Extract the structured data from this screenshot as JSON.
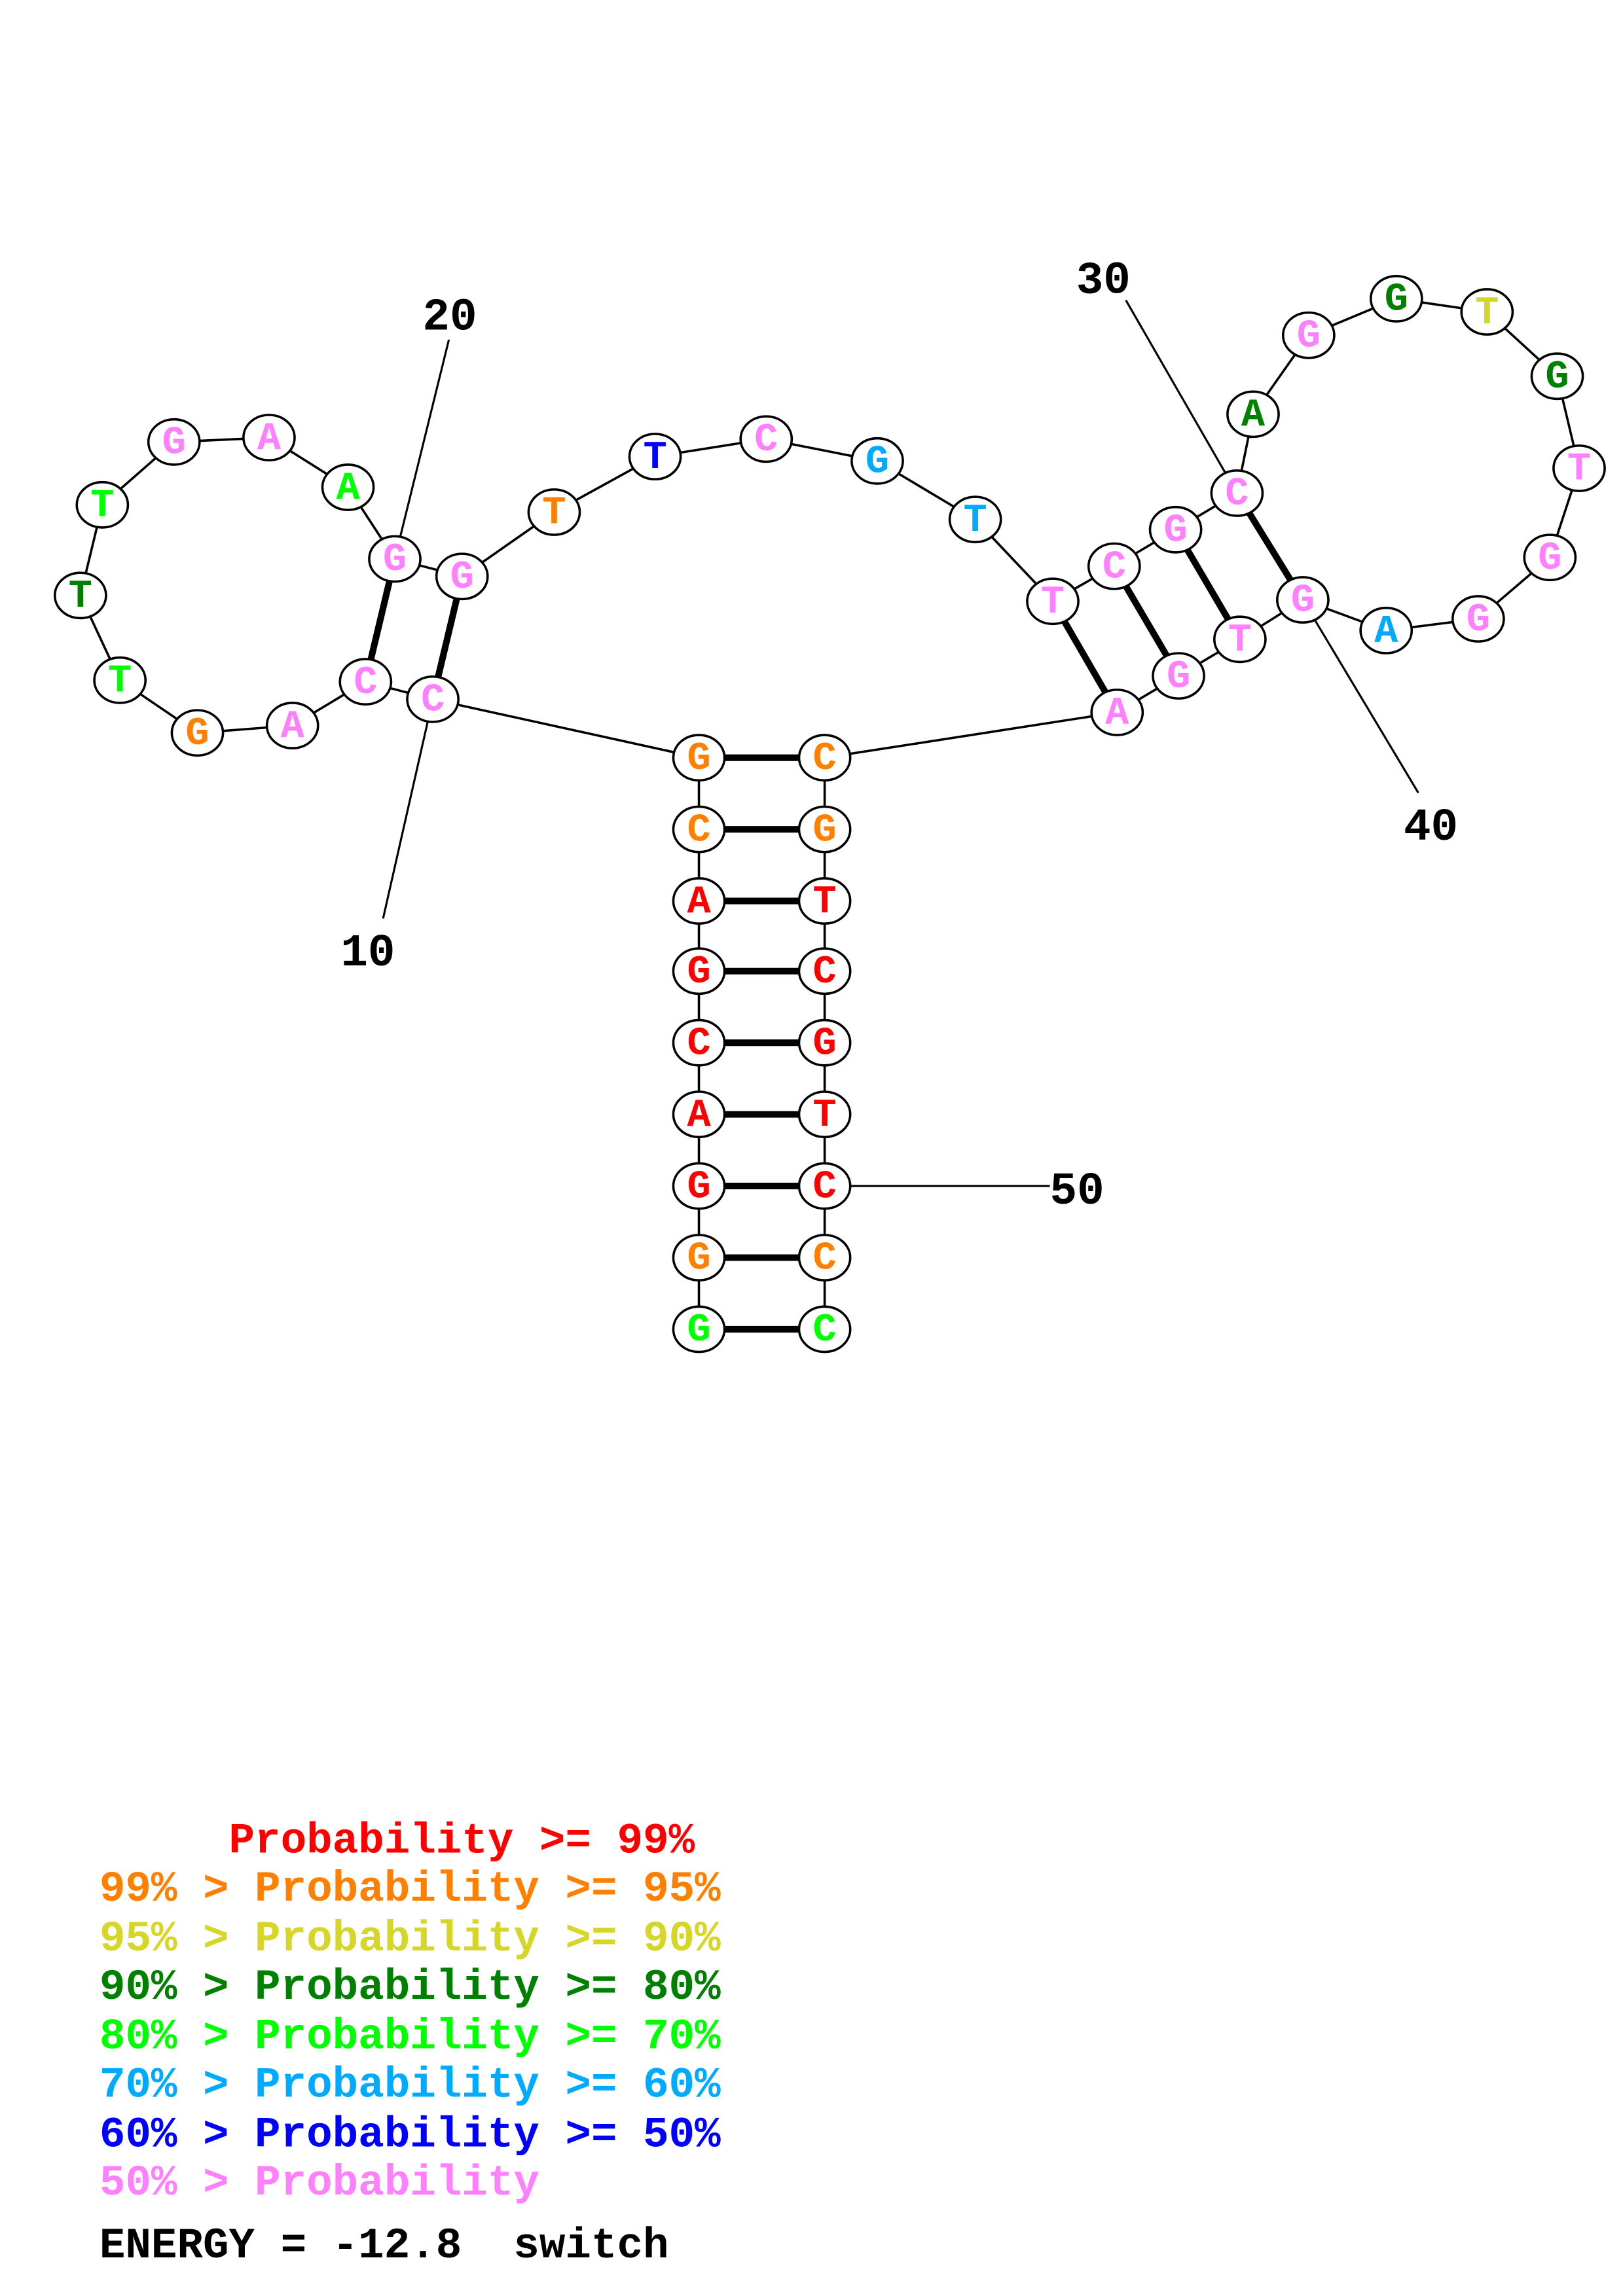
{
  "structure": {
    "sequence": [
      "G",
      "G",
      "G",
      "A",
      "C",
      "G",
      "A",
      "C",
      "G",
      "C",
      "C",
      "A",
      "G",
      "T",
      "T",
      "T",
      "G",
      "A",
      "A",
      "G",
      "G",
      "T",
      "T",
      "C",
      "G",
      "T",
      "T",
      "C",
      "G",
      "C",
      "A",
      "G",
      "G",
      "T",
      "G",
      "T",
      "G",
      "G",
      "A",
      "G",
      "T",
      "G",
      "A",
      "C",
      "G",
      "T",
      "C",
      "G",
      "T",
      "C",
      "C",
      "C"
    ],
    "probability_class": [
      4,
      1,
      0,
      0,
      0,
      0,
      0,
      1,
      1,
      7,
      7,
      7,
      1,
      4,
      3,
      4,
      7,
      7,
      4,
      7,
      7,
      1,
      6,
      7,
      5,
      5,
      7,
      7,
      7,
      7,
      3,
      7,
      3,
      2,
      3,
      7,
      7,
      7,
      5,
      7,
      7,
      7,
      7,
      1,
      1,
      0,
      0,
      0,
      0,
      0,
      1,
      4
    ],
    "pairs": [
      [
        1,
        52
      ],
      [
        2,
        51
      ],
      [
        3,
        50
      ],
      [
        4,
        49
      ],
      [
        5,
        48
      ],
      [
        6,
        47
      ],
      [
        7,
        46
      ],
      [
        8,
        45
      ],
      [
        9,
        44
      ],
      [
        10,
        21
      ],
      [
        11,
        20
      ],
      [
        27,
        43
      ],
      [
        28,
        42
      ],
      [
        29,
        41
      ],
      [
        30,
        40
      ]
    ],
    "position_labels": [
      {
        "index": 10,
        "text": "10"
      },
      {
        "index": 20,
        "text": "20"
      },
      {
        "index": 30,
        "text": "30"
      },
      {
        "index": 40,
        "text": "40"
      },
      {
        "index": 50,
        "text": "50"
      }
    ]
  },
  "colors": [
    "#ff0000",
    "#ff8000",
    "#d6d628",
    "#008000",
    "#00ff00",
    "#00aaff",
    "#0000ff",
    "#ff80ff"
  ],
  "legend": {
    "lines": [
      "     Probability >= 99%",
      "99% > Probability >= 95%",
      "95% > Probability >= 90%",
      "90% > Probability >= 80%",
      "80% > Probability >= 70%",
      "70% > Probability >= 60%",
      "60% > Probability >= 50%",
      "50% > Probability"
    ],
    "energy": "ENERGY = -12.8  switch"
  }
}
